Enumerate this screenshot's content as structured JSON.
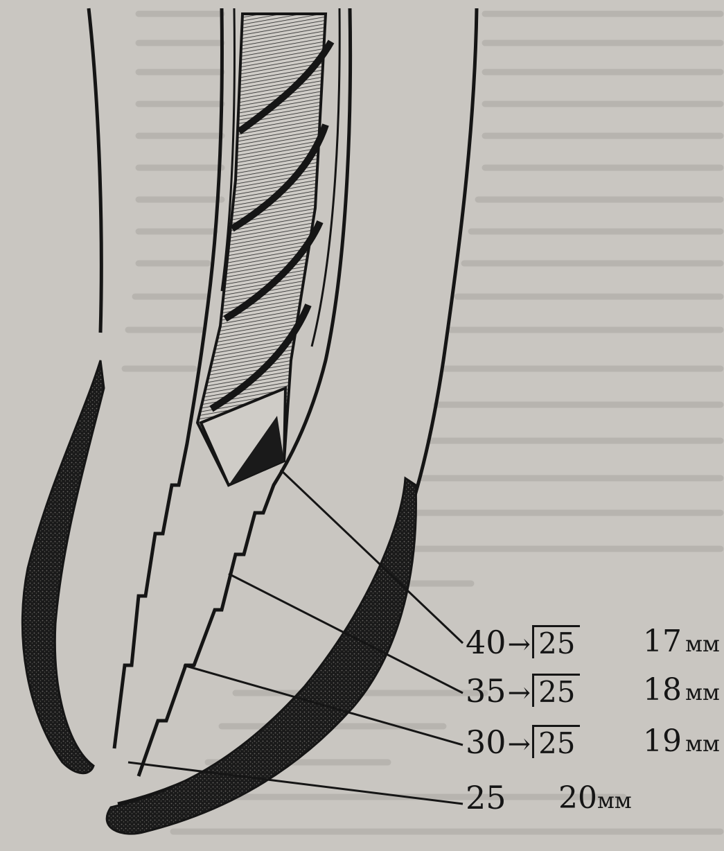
{
  "figure": {
    "colors": {
      "ink": "#151515",
      "paper": "#c9c6c1",
      "faint_text": "#a8a5a0"
    },
    "labels": [
      {
        "size_from": "40",
        "arrow": "→",
        "target": "25",
        "length": "17",
        "unit": "мм"
      },
      {
        "size_from": "35",
        "arrow": "→",
        "target": "25",
        "length": "18",
        "unit": "мм"
      },
      {
        "size_from": "30",
        "arrow": "→",
        "target": "25",
        "length": "19",
        "unit": "мм"
      },
      {
        "size_from": "25",
        "length": "20",
        "unit": "мм"
      }
    ]
  }
}
